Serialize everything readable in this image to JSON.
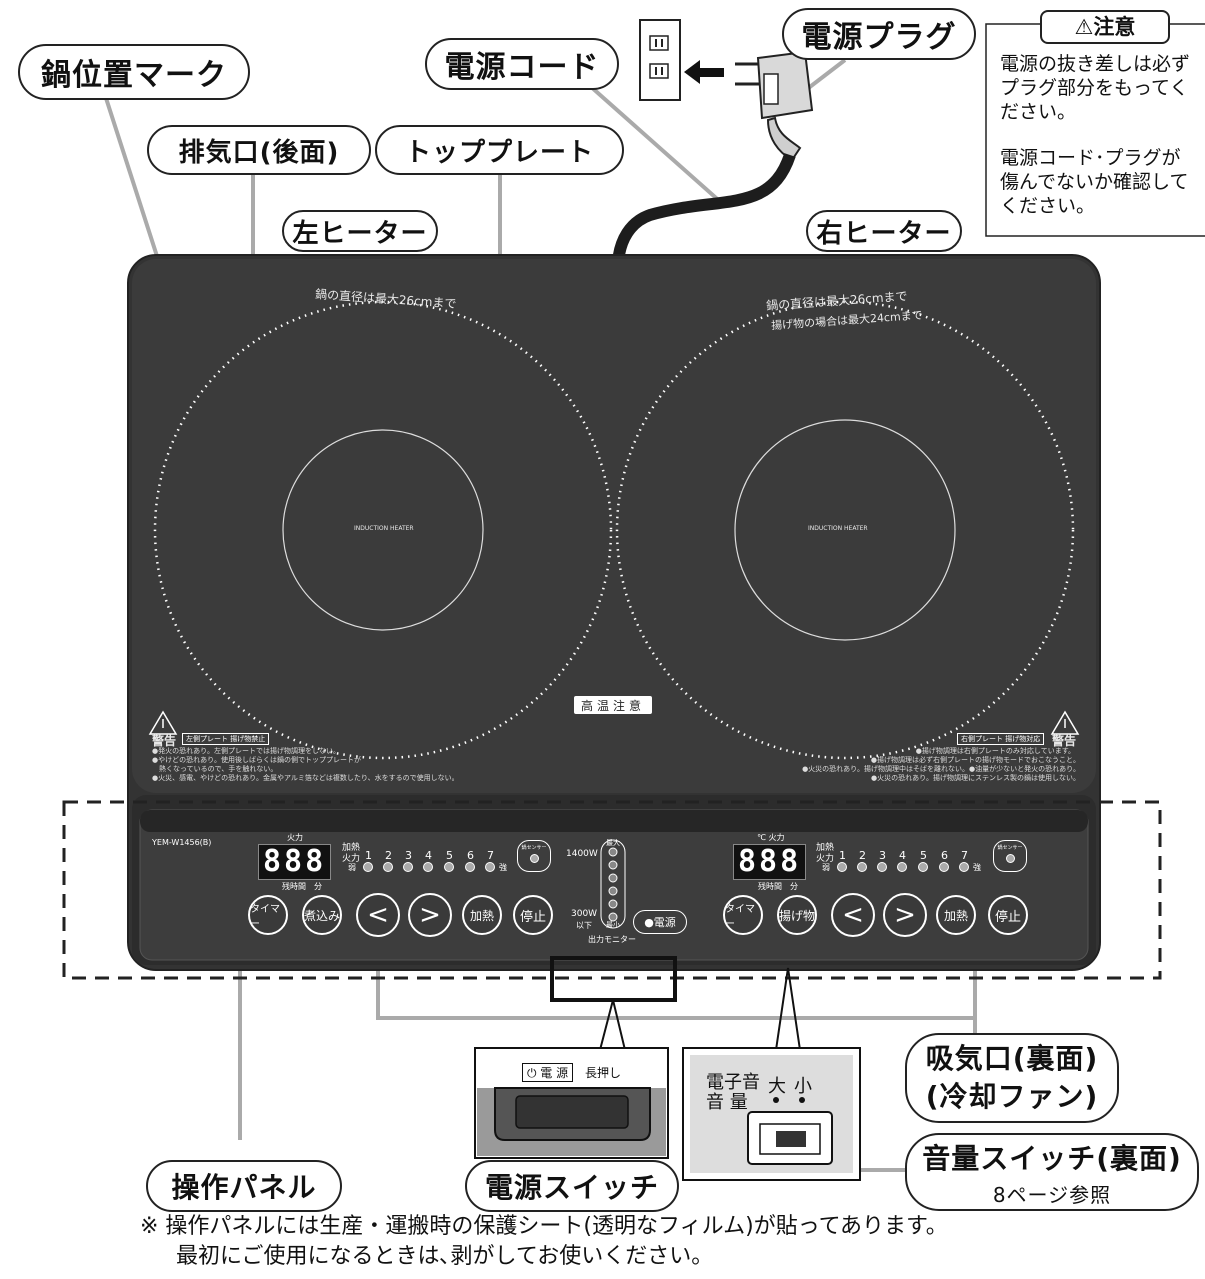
{
  "labels": {
    "nabe_mark": "鍋位置マーク",
    "power_cord": "電源コード",
    "power_plug": "電源プラグ",
    "exhaust": "排気口(後面)",
    "top_plate": "トッププレート",
    "left_heater": "左ヒーター",
    "right_heater": "右ヒーター",
    "intake_line1": "吸気口(裏面)",
    "intake_line2": "(冷却ファン)",
    "volume_switch": "音量スイッチ(裏面)",
    "volume_switch_ref": "8ページ参照",
    "control_panel": "操作パネル",
    "power_switch": "電源スイッチ"
  },
  "caution": {
    "title": "⚠注意",
    "para1": "電源の抜き差しは必ずプラグ部分をもってください。",
    "para2": "電源コード･プラグが傷んでないか確認してください。"
  },
  "stove": {
    "left_ring_text": "鍋の直径は最大26cmまで",
    "right_ring_text_1": "鍋の直径は最大26cmまで",
    "right_ring_text_2": "揚げ物の場合は最大24cmまで",
    "induction": "INDUCTION HEATER",
    "hot_warning": "高温注意",
    "warning_word": "警告",
    "left_plate_note": "左側プレート 揚げ物禁止",
    "right_plate_note": "右側プレート 揚げ物対応",
    "left_fine_print": [
      "●発火の恐れあり。左側プレートでは揚げ物調理をしない。",
      "●やけどの恐れあり。使用後しばらくは鍋の側でトッププレートが",
      "　熱くなっているので、手を触れない。",
      "●火災、感電、やけどの恐れあり。金属やアルミ箔などは複数したり、水をするので使用しない。"
    ],
    "right_fine_print": [
      "●揚げ物調理は右側プレートのみ対応しています。",
      "●揚げ物調理は必ず右側プレートの揚げ物モードでおこなうこと。",
      "●火災の恐れあり。揚げ物調理中はそばを離れない。●油量が少ないと発火の恐れあり。",
      "●火災の恐れあり。揚げ物調理にステンレス製の鍋は使用しない。"
    ]
  },
  "control": {
    "model": "YEM-W1456(B)",
    "left": {
      "display": "888",
      "power_label": "火力",
      "time_label": "残時間　分",
      "heat_label_1": "加熱",
      "heat_label_2": "火力",
      "weak": "弱",
      "strong": "強",
      "levels": [
        "1",
        "2",
        "3",
        "4",
        "5",
        "6",
        "7"
      ],
      "sensor": "鍋センサー",
      "buttons": [
        "タイマー",
        "煮込み",
        "<",
        ">",
        "加熱",
        "停止"
      ]
    },
    "right": {
      "display": "888",
      "power_label": "℃ 火力",
      "time_label": "残時間　分",
      "heat_label_1": "加熱",
      "heat_label_2": "火力",
      "weak": "弱",
      "strong": "強",
      "levels": [
        "1",
        "2",
        "3",
        "4",
        "5",
        "6",
        "7"
      ],
      "sensor": "鍋センサー",
      "buttons": [
        "タイマー",
        "揚げ物",
        "<",
        ">",
        "加熱",
        "停止"
      ]
    },
    "monitor": {
      "top_watt": "1400W",
      "bottom_watt_1": "300W",
      "bottom_watt_2": "以下",
      "max": "最大",
      "min": "最小",
      "caption": "出力モニター",
      "power_button": "●電源"
    }
  },
  "power_inset": {
    "button_label": "⏻ 電 源",
    "long_press": "長押し"
  },
  "volume_inset": {
    "label_1": "電子音",
    "label_2": "音 量",
    "large": "大",
    "small": "小"
  },
  "footnote": {
    "line1": "※ 操作パネルには生産・運搬時の保護シート(透明なフィルム)が貼ってあります。",
    "line2": "最初にご使用になるときは､剥がしてお使いください。"
  }
}
